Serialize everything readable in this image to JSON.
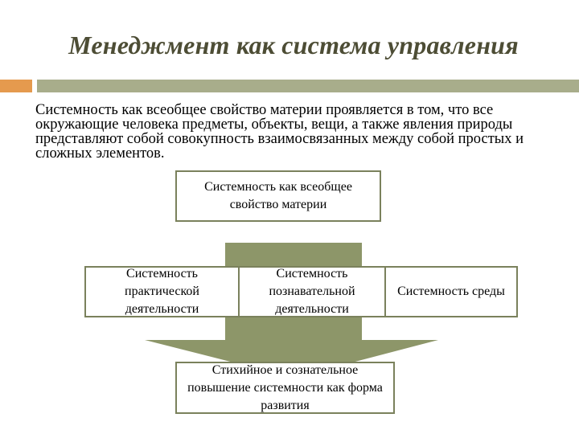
{
  "slide": {
    "title": "Менеджмент как система управления",
    "intro": "Системность как всеобщее свойство материи проявляется в том, что все окружающие человека предметы, объекты, вещи, а также явления природы представляют собой совокупность взаимосвязанных между собой простых и сложных элементов."
  },
  "diagram": {
    "top_box": "Системность как всеобщее свойство материи",
    "middle_boxes": [
      "Системность практической деятельности",
      "Системность познавательной деятельности",
      "Системность среды"
    ],
    "bottom_box": "Стихийное и сознательное повышение системности как форма развития"
  },
  "colors": {
    "accent_orange": "#e59a4e",
    "accent_olive": "#a8ad8b",
    "arrow_fill": "#8d9669",
    "box_border": "#7a815c",
    "title_color": "#4d4d35"
  }
}
